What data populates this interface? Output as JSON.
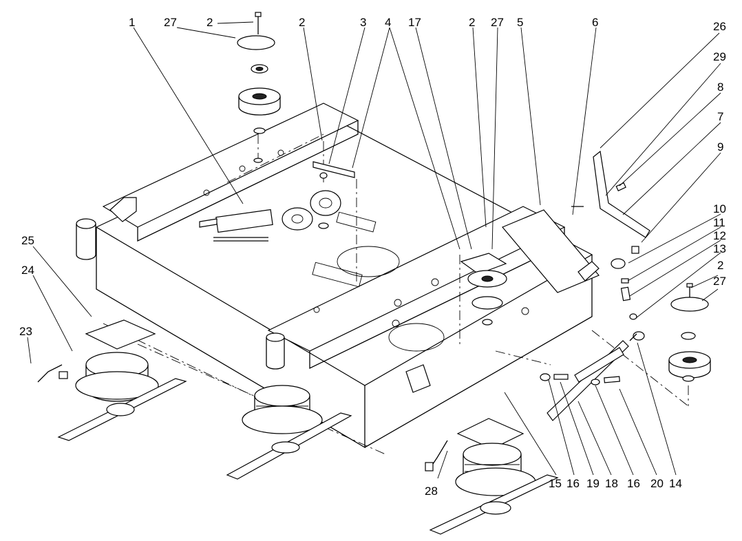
{
  "callouts": [
    {
      "id": "c1",
      "text": "1"
    },
    {
      "id": "c27a",
      "text": "27"
    },
    {
      "id": "c2a",
      "text": "2"
    },
    {
      "id": "c2b",
      "text": "2"
    },
    {
      "id": "c3",
      "text": "3"
    },
    {
      "id": "c4",
      "text": "4"
    },
    {
      "id": "c17",
      "text": "17"
    },
    {
      "id": "c2c",
      "text": "2"
    },
    {
      "id": "c27b",
      "text": "27"
    },
    {
      "id": "c5",
      "text": "5"
    },
    {
      "id": "c6",
      "text": "6"
    },
    {
      "id": "c26",
      "text": "26"
    },
    {
      "id": "c29",
      "text": "29"
    },
    {
      "id": "c8",
      "text": "8"
    },
    {
      "id": "c7",
      "text": "7"
    },
    {
      "id": "c9",
      "text": "9"
    },
    {
      "id": "c10",
      "text": "10"
    },
    {
      "id": "c11",
      "text": "11"
    },
    {
      "id": "c12",
      "text": "12"
    },
    {
      "id": "c13",
      "text": "13"
    },
    {
      "id": "c2d",
      "text": "2"
    },
    {
      "id": "c27c",
      "text": "27"
    },
    {
      "id": "c25",
      "text": "25"
    },
    {
      "id": "c24",
      "text": "24"
    },
    {
      "id": "c23",
      "text": "23"
    },
    {
      "id": "c28",
      "text": "28"
    },
    {
      "id": "c15",
      "text": "15"
    },
    {
      "id": "c16a",
      "text": "16"
    },
    {
      "id": "c19",
      "text": "19"
    },
    {
      "id": "c18",
      "text": "18"
    },
    {
      "id": "c16b",
      "text": "16"
    },
    {
      "id": "c20",
      "text": "20"
    },
    {
      "id": "c14",
      "text": "14"
    }
  ]
}
